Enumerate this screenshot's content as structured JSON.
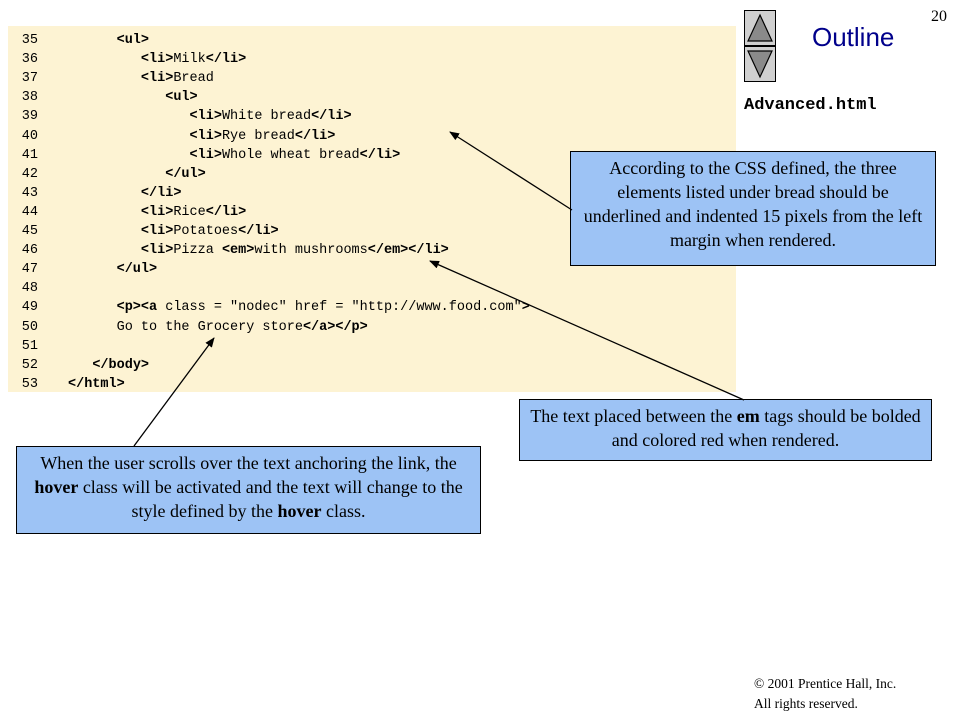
{
  "page_number": "20",
  "outline_title": "Outline",
  "filename": "Advanced.html",
  "code_lines": [
    {
      "num": "35",
      "indent": "      ",
      "parts": [
        {
          "t": "<ul>",
          "tag": true
        }
      ]
    },
    {
      "num": "36",
      "indent": "         ",
      "parts": [
        {
          "t": "<li>",
          "tag": true
        },
        {
          "t": "Milk"
        },
        {
          "t": "</li>",
          "tag": true
        }
      ]
    },
    {
      "num": "37",
      "indent": "         ",
      "parts": [
        {
          "t": "<li>",
          "tag": true
        },
        {
          "t": "Bread"
        }
      ]
    },
    {
      "num": "38",
      "indent": "            ",
      "parts": [
        {
          "t": "<ul>",
          "tag": true
        }
      ]
    },
    {
      "num": "39",
      "indent": "               ",
      "parts": [
        {
          "t": "<li>",
          "tag": true
        },
        {
          "t": "White bread"
        },
        {
          "t": "</li>",
          "tag": true
        }
      ]
    },
    {
      "num": "40",
      "indent": "               ",
      "parts": [
        {
          "t": "<li>",
          "tag": true
        },
        {
          "t": "Rye bread"
        },
        {
          "t": "</li>",
          "tag": true
        }
      ]
    },
    {
      "num": "41",
      "indent": "               ",
      "parts": [
        {
          "t": "<li>",
          "tag": true
        },
        {
          "t": "Whole wheat bread"
        },
        {
          "t": "</li>",
          "tag": true
        }
      ]
    },
    {
      "num": "42",
      "indent": "            ",
      "parts": [
        {
          "t": "</ul>",
          "tag": true
        }
      ]
    },
    {
      "num": "43",
      "indent": "         ",
      "parts": [
        {
          "t": "</li>",
          "tag": true
        }
      ]
    },
    {
      "num": "44",
      "indent": "         ",
      "parts": [
        {
          "t": "<li>",
          "tag": true
        },
        {
          "t": "Rice"
        },
        {
          "t": "</li>",
          "tag": true
        }
      ]
    },
    {
      "num": "45",
      "indent": "         ",
      "parts": [
        {
          "t": "<li>",
          "tag": true
        },
        {
          "t": "Potatoes"
        },
        {
          "t": "</li>",
          "tag": true
        }
      ]
    },
    {
      "num": "46",
      "indent": "         ",
      "parts": [
        {
          "t": "<li>",
          "tag": true
        },
        {
          "t": "Pizza "
        },
        {
          "t": "<em>",
          "tag": true
        },
        {
          "t": "with mushrooms"
        },
        {
          "t": "</em>",
          "tag": true
        },
        {
          "t": "</li>",
          "tag": true
        }
      ]
    },
    {
      "num": "47",
      "indent": "      ",
      "parts": [
        {
          "t": "</ul>",
          "tag": true
        }
      ]
    },
    {
      "num": "48",
      "indent": "",
      "parts": []
    },
    {
      "num": "49",
      "indent": "      ",
      "parts": [
        {
          "t": "<p><a ",
          "tag": true
        },
        {
          "t": "class = \"nodec\" href = \"http://www.food.com\""
        },
        {
          "t": ">",
          "tag": true
        }
      ]
    },
    {
      "num": "50",
      "indent": "      ",
      "parts": [
        {
          "t": "Go to the Grocery store"
        },
        {
          "t": "</a></p>",
          "tag": true
        }
      ]
    },
    {
      "num": "51",
      "indent": "",
      "parts": []
    },
    {
      "num": "52",
      "indent": "   ",
      "parts": [
        {
          "t": "</body>",
          "tag": true
        }
      ]
    },
    {
      "num": "53",
      "indent": "",
      "parts": [
        {
          "t": "</html>",
          "tag": true
        }
      ]
    }
  ],
  "callouts": {
    "css": "According to the CSS defined, the three elements listed under bread should be underlined and indented 15 pixels from the left margin when rendered.",
    "em_before": "The text placed between the ",
    "em_bold": "em",
    "em_after": " tags should be bolded and colored red when rendered.",
    "hover_1": "When the user scrolls over the text anchoring the link, the ",
    "hover_bold_1": "hover",
    "hover_2": " class will be activated and the text will change to the style defined by the ",
    "hover_bold_2": "hover",
    "hover_3": " class."
  },
  "copyright_line1": "© 2001 Prentice Hall, Inc.",
  "copyright_line2": "All rights reserved.",
  "icons": {
    "prev": "triangle-up-icon",
    "next": "triangle-down-icon"
  },
  "colors": {
    "code_background": "#fdf3d3",
    "callout_background": "#9dc3f5",
    "outline_title": "#00008b"
  }
}
